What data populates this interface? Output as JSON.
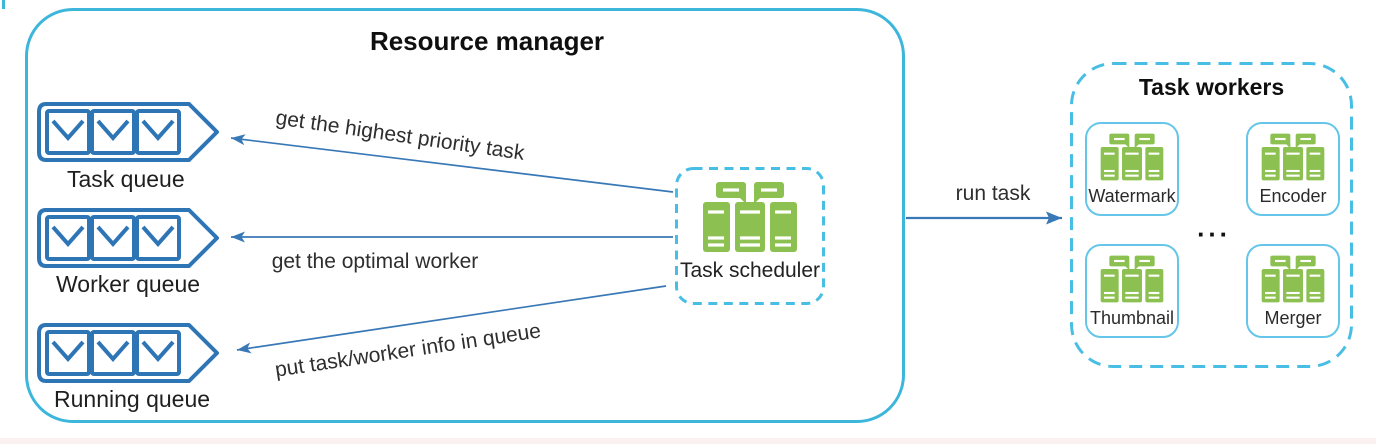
{
  "colors": {
    "cyan": "#3CB6DB",
    "cyandash": "#49BEE4",
    "workerline": "#66C6E9",
    "blue": "#2E75B6",
    "arrowblue": "#3878B6",
    "green": "#8CC152",
    "strip": "#FAF1F0"
  },
  "resource_manager": {
    "title": "Resource manager",
    "queues": [
      {
        "label": "Task queue"
      },
      {
        "label": "Worker queue"
      },
      {
        "label": "Running queue"
      }
    ],
    "scheduler": {
      "label": "Task scheduler"
    },
    "edges": [
      {
        "label": "get the highest priority task"
      },
      {
        "label": "get the optimal worker"
      },
      {
        "label": "put task/worker info in queue"
      }
    ]
  },
  "flow": {
    "run_task_label": "run task"
  },
  "task_workers": {
    "title": "Task workers",
    "ellipsis": "...",
    "workers": [
      {
        "label": "Watermark"
      },
      {
        "label": "Encoder"
      },
      {
        "label": "Thumbnail"
      },
      {
        "label": "Merger"
      }
    ]
  }
}
